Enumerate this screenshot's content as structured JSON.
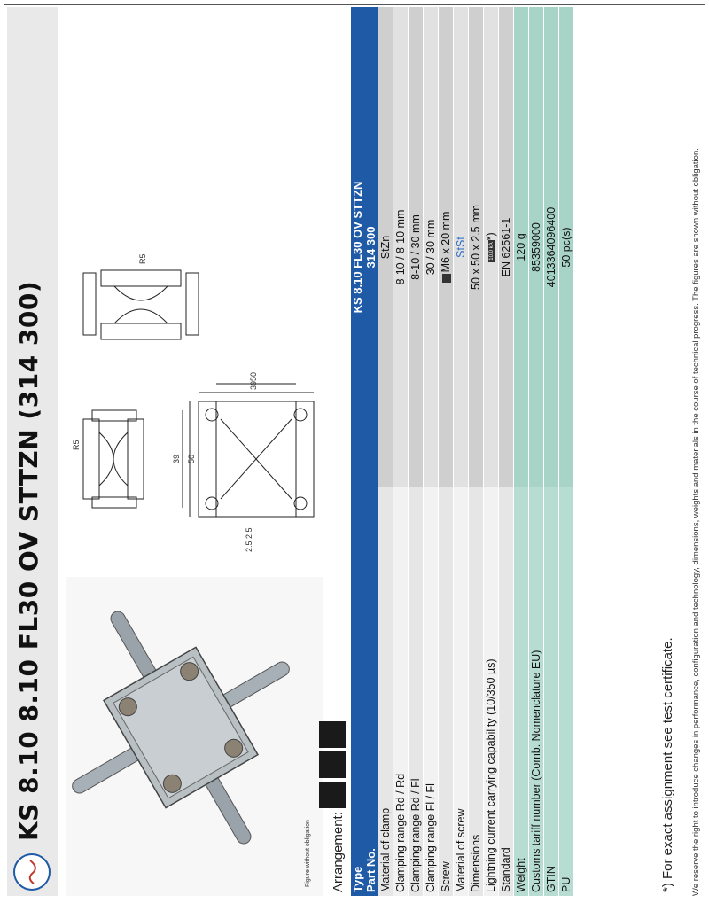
{
  "title": "KS 8.10 8.10 FL30 OV STTZN (314 300)",
  "photo_caption": "Figure without obligation",
  "arrangement_label": "Arrangement:",
  "table": {
    "header_left": [
      "Type",
      "Part No."
    ],
    "header_right": [
      "KS 8.10 FL30 OV STTZN",
      "314 300"
    ],
    "rows": [
      {
        "label": "Material of clamp",
        "value": "StZn",
        "style": "g"
      },
      {
        "label": "Clamping range Rd / Rd",
        "value": "8-10 / 8-10 mm",
        "style": "w"
      },
      {
        "label": "Clamping range Rd / Fl",
        "value": "8-10 / 30 mm",
        "style": "g"
      },
      {
        "label": "Clamping range Fl / Fl",
        "value": "30 / 30 mm",
        "style": "w"
      },
      {
        "label": "Screw",
        "value": "M6 x 20 mm",
        "style": "g",
        "icon": "hex-screw-icon"
      },
      {
        "label": "Material of screw",
        "value": "StSt",
        "style": "w",
        "blue": true
      },
      {
        "label": "Dimensions",
        "value": "50 x 50 x 2.5 mm",
        "style": "g"
      },
      {
        "label": "Lightning current carrying capability (10/350 µs)",
        "value": "*)",
        "style": "w",
        "cert": "10.0 kA"
      },
      {
        "label": "Standard",
        "value": "EN 62561-1",
        "style": "g"
      },
      {
        "label": "Weight",
        "value": "120 g",
        "style": "t"
      },
      {
        "label": "Customs tariff number (Comb. Nomenclature EU)",
        "value": "85359000",
        "style": "t"
      },
      {
        "label": "GTIN",
        "value": "4013364096400",
        "style": "t"
      },
      {
        "label": "PU",
        "value": "50 pc(s)",
        "style": "t"
      }
    ]
  },
  "note": "*) For exact assignment see test certificate.",
  "footer": "We reserve the right to introduce changes in performance, configuration and technology, dimensions, weights and materials in the course of technical progress. The figures are shown without obligation.",
  "drawing_labels": {
    "r5_left": "R5",
    "r5_right": "R5",
    "d2_5a": "2.5",
    "d2_5b": "2.5",
    "d39h": "39",
    "d50h": "50",
    "d39v": "39",
    "d50v": "50"
  },
  "colors": {
    "brand_blue": "#1f5aa6",
    "teal": "#a8d4c7",
    "grey": "#cfcfcf"
  }
}
